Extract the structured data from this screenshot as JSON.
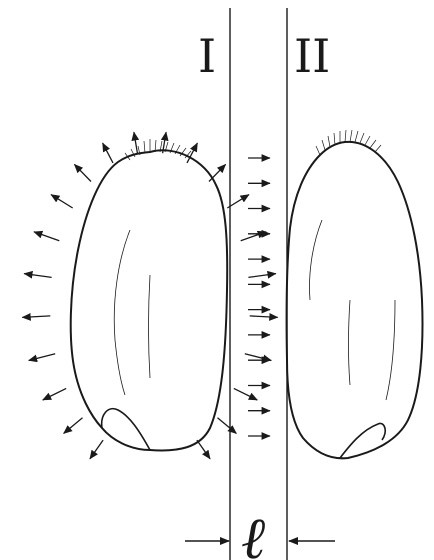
{
  "figure": {
    "labels": {
      "left_grain": "I",
      "right_grain": "II",
      "gap": "ℓ"
    },
    "ink_color": "#1a1a1a",
    "background_color": "#ffffff",
    "radiating_arrow_count": 22,
    "gap_arrow_count": 12,
    "icons": {
      "left_grain": "seed-grain-outline",
      "right_grain": "seed-grain-outline",
      "arrows": "arrow-icon"
    }
  }
}
